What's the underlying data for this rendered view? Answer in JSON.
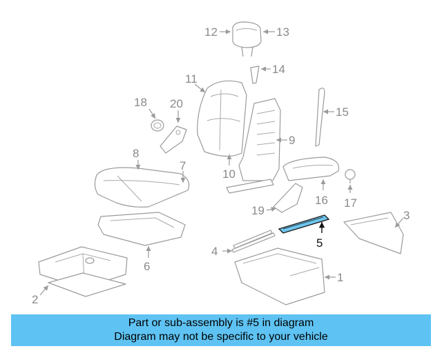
{
  "diagram": {
    "highlighted_part": "5",
    "callouts": [
      "1",
      "2",
      "3",
      "4",
      "5",
      "6",
      "7",
      "8",
      "9",
      "10",
      "11",
      "12",
      "13",
      "14",
      "15",
      "16",
      "17",
      "18",
      "19",
      "20"
    ]
  },
  "banner": {
    "line1": "Part or sub-assembly is #5 in diagram",
    "line2": "Diagram may not be specific to your vehicle"
  },
  "colors": {
    "banner_bg": "#5ec3f3",
    "highlight_fill": "#6fc6ee",
    "line_gray": "#9a9a9a"
  }
}
